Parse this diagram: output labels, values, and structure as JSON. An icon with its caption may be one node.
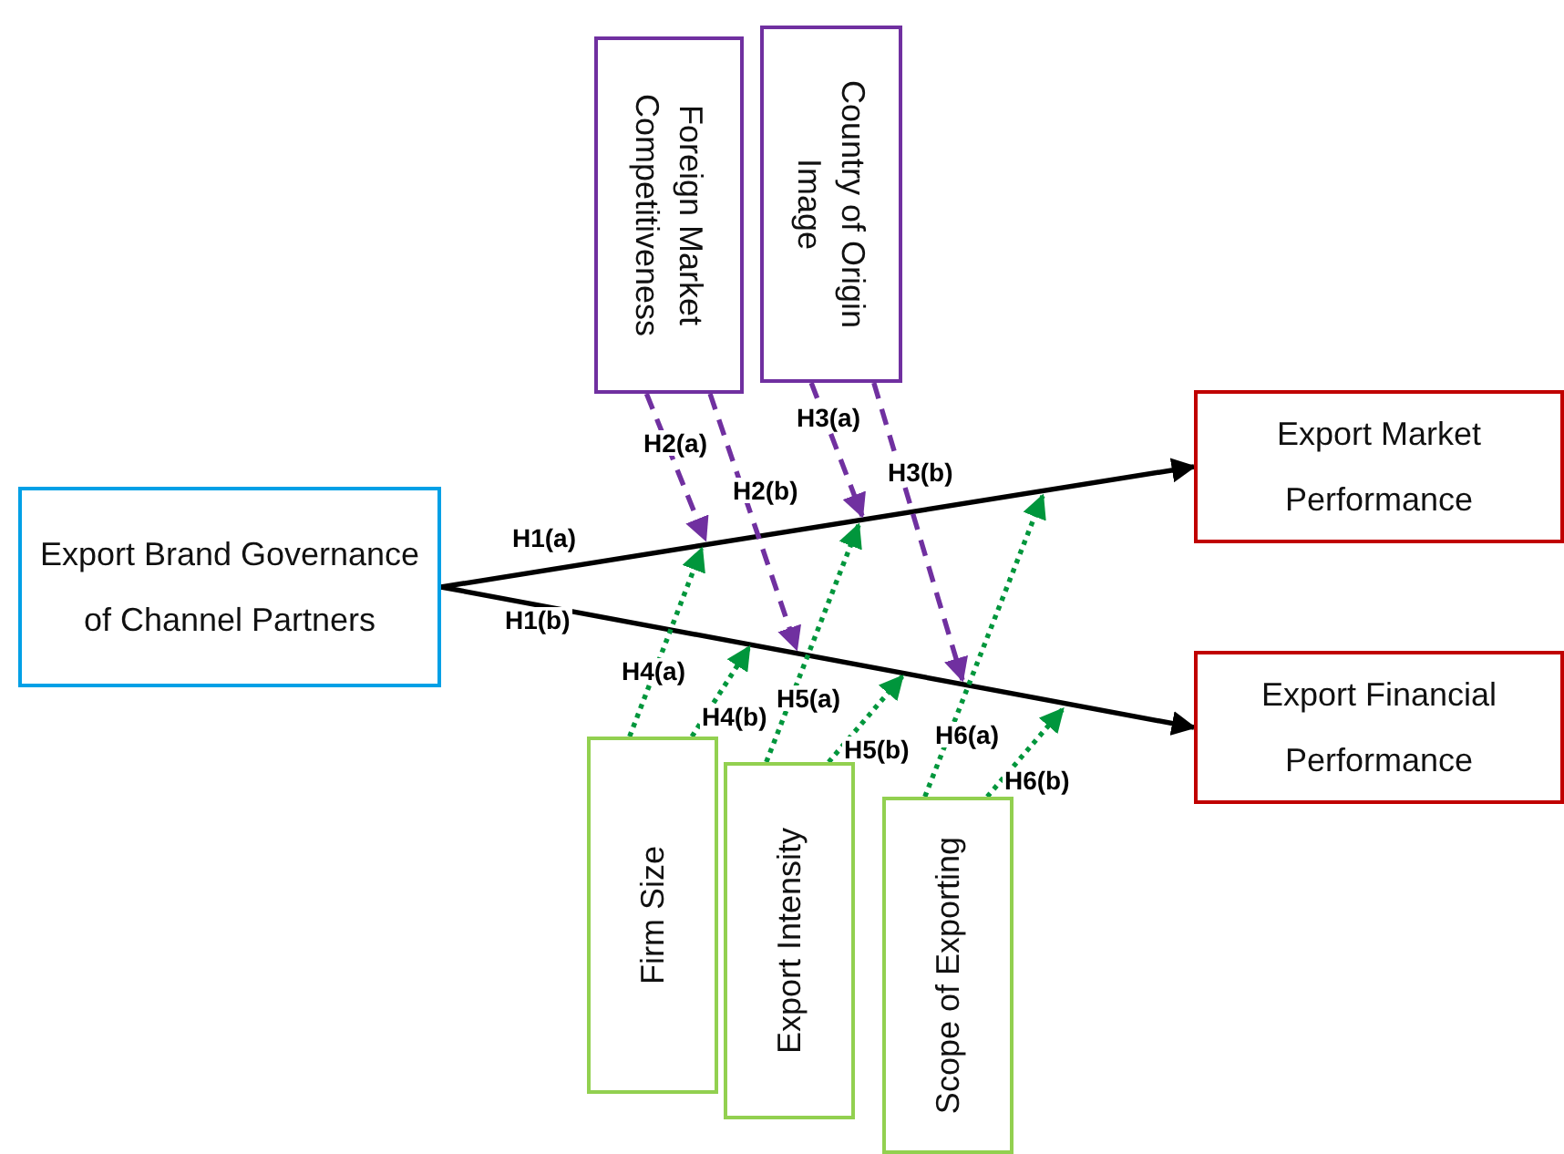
{
  "diagram": {
    "nodes": [
      {
        "text": [
          "Export Brand Governance of Channel Partners"
        ]
      },
      {
        "text": [
          "Export Market Performance"
        ]
      },
      {
        "text": [
          "Export Financial Performance"
        ]
      },
      {
        "text": [
          "Foreign Market Competitiveness"
        ]
      },
      {
        "text": [
          "Country of Origin Image"
        ]
      },
      {
        "text": [
          "Firm Size"
        ]
      },
      {
        "text": [
          "Export Intensity"
        ]
      },
      {
        "text": [
          "Scope of Exporting"
        ]
      }
    ],
    "edges": [
      {
        "from": 0,
        "to": 1,
        "arrow": "to",
        "label": "H1(a)",
        "color": "#000000"
      },
      {
        "from": 0,
        "to": 2,
        "arrow": "to",
        "label": "H1(b)",
        "color": "#000000"
      },
      {
        "from": 3,
        "to": null,
        "arrow": "to",
        "label": "H2(a)",
        "style": "dashed",
        "color": "#7030a0"
      },
      {
        "from": 3,
        "to": null,
        "arrow": "to",
        "label": "H2(b)",
        "style": "dashed",
        "color": "#7030a0"
      },
      {
        "from": 4,
        "to": null,
        "arrow": "to",
        "label": "H3(a)",
        "style": "dashed",
        "color": "#7030a0"
      },
      {
        "from": 4,
        "to": null,
        "arrow": "to",
        "label": "H3(b)",
        "style": "dashed",
        "color": "#7030a0"
      },
      {
        "from": 5,
        "to": null,
        "arrow": "to",
        "label": "H4(a)",
        "style": "dashed",
        "color": "#00963c"
      },
      {
        "from": 5,
        "to": null,
        "arrow": "to",
        "label": "H4(b)",
        "style": "dashed",
        "color": "#00963c"
      },
      {
        "from": 6,
        "to": null,
        "arrow": "to",
        "label": "H5(a)",
        "style": "dashed",
        "color": "#00963c"
      },
      {
        "from": 6,
        "to": null,
        "arrow": "to",
        "label": "H5(b)",
        "style": "dashed",
        "color": "#00963c"
      },
      {
        "from": 7,
        "to": null,
        "arrow": "to",
        "label": "H6(a)",
        "style": "dashed",
        "color": "#00963c"
      },
      {
        "from": 7,
        "to": null,
        "arrow": "to",
        "label": "H6(b)",
        "style": "dashed",
        "color": "#00963c"
      }
    ]
  }
}
